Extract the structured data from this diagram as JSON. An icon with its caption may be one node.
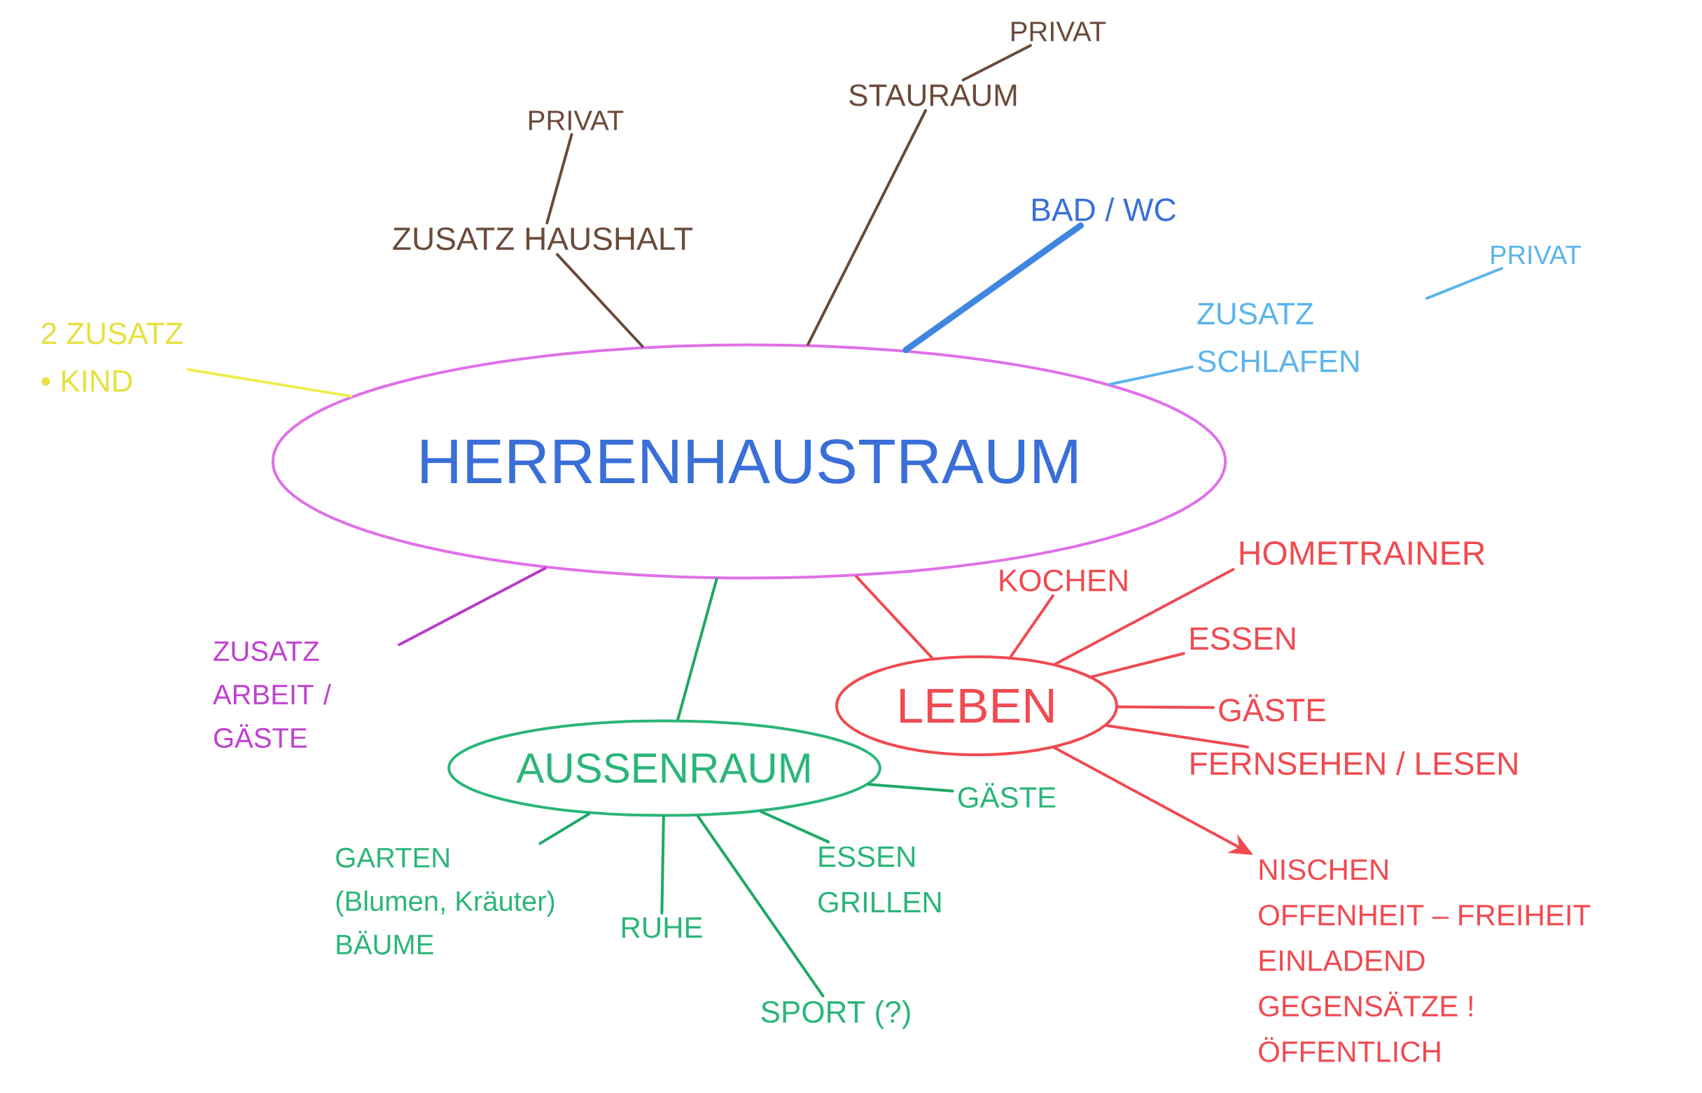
{
  "diagram": {
    "nodes": [
      {
        "text": [
          "HERRENHAUSTRAUM"
        ]
      },
      {
        "text": [
          "ZUSATZ HAUSHALT"
        ]
      },
      {
        "text": [
          "PRIVAT"
        ]
      },
      {
        "text": [
          "STAURAUM"
        ]
      },
      {
        "text": [
          "PRIVAT"
        ]
      },
      {
        "text": [
          "BAD / WC"
        ]
      },
      {
        "text": [
          "ZUSATZ SCHLAFEN"
        ]
      },
      {
        "text": [
          "PRIVAT"
        ]
      },
      {
        "text": [
          "2 ZUSATZ",
          "• KIND"
        ]
      },
      {
        "text": [
          "ZUSATZ ARBEIT / GÄSTE"
        ]
      },
      {
        "text": [
          "AUSSENRAUM"
        ]
      },
      {
        "text": [
          "LEBEN"
        ]
      },
      {
        "text": [
          "KOCHEN"
        ]
      },
      {
        "text": [
          "HOMETRAINER"
        ]
      },
      {
        "text": [
          "ESSEN"
        ]
      },
      {
        "text": [
          "GÄSTE"
        ]
      },
      {
        "text": [
          "FERNSEHEN / LESEN"
        ]
      },
      {
        "text": [
          "NISCHEN",
          "OFFENHEIT – FREIHEIT",
          "EINLADEND",
          "GEGENSÄTZE !",
          "ÖFFENTLICH"
        ]
      },
      {
        "text": [
          "GÄSTE"
        ]
      },
      {
        "text": [
          "ESSEN GRILLEN"
        ]
      },
      {
        "text": [
          "SPORT (?)"
        ]
      },
      {
        "text": [
          "RUHE"
        ]
      },
      {
        "text": [
          "GARTEN",
          "(Blumen, Kräuter)",
          "BÄUME"
        ]
      }
    ],
    "edges": [
      {
        "from": 0,
        "to": 1,
        "arrow": "none",
        "color": "#6b4a3a"
      },
      {
        "from": 1,
        "to": 2,
        "arrow": "none",
        "color": "#6b4a3a"
      },
      {
        "from": 0,
        "to": 3,
        "arrow": "none",
        "color": "#6b4a3a"
      },
      {
        "from": 3,
        "to": 4,
        "arrow": "none",
        "color": "#6b4a3a"
      },
      {
        "from": 0,
        "to": 5,
        "arrow": "none",
        "style": "thick",
        "color": "#3f86e0"
      },
      {
        "from": 0,
        "to": 6,
        "arrow": "none",
        "color": "#5ab4ec"
      },
      {
        "from": 6,
        "to": 7,
        "arrow": "none",
        "color": "#5ab4ec"
      },
      {
        "from": 0,
        "to": 8,
        "arrow": "none",
        "color": "#eeee50"
      },
      {
        "from": 0,
        "to": 9,
        "arrow": "none",
        "color": "#b83cc8"
      },
      {
        "from": 0,
        "to": 10,
        "arrow": "none",
        "color": "#1fa866"
      },
      {
        "from": 0,
        "to": 11,
        "arrow": "none",
        "color": "#f04a50"
      },
      {
        "from": 11,
        "to": 12,
        "arrow": "none",
        "color": "#f04a50"
      },
      {
        "from": 11,
        "to": 13,
        "arrow": "none",
        "color": "#f04a50"
      },
      {
        "from": 11,
        "to": 14,
        "arrow": "none",
        "color": "#f04a50"
      },
      {
        "from": 11,
        "to": 15,
        "arrow": "none",
        "color": "#f04a50"
      },
      {
        "from": 11,
        "to": 16,
        "arrow": "none",
        "color": "#f04a50"
      },
      {
        "from": 11,
        "to": 17,
        "arrow": "to",
        "color": "#f04a50"
      },
      {
        "from": 10,
        "to": 18,
        "arrow": "none",
        "color": "#1fa866"
      },
      {
        "from": 10,
        "to": 19,
        "arrow": "none",
        "color": "#1fa866"
      },
      {
        "from": 10,
        "to": 20,
        "arrow": "none",
        "color": "#1fa866"
      },
      {
        "from": 10,
        "to": 21,
        "arrow": "none",
        "color": "#1fa866"
      },
      {
        "from": 10,
        "to": 22,
        "arrow": "none",
        "color": "#1fa866"
      }
    ]
  }
}
